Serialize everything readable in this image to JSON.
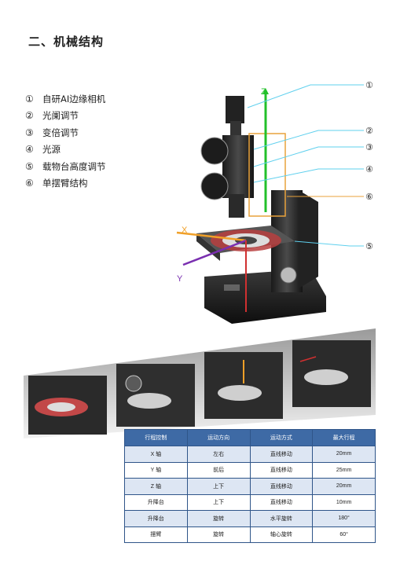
{
  "title": "二、机械结构",
  "parts": [
    {
      "num": "①",
      "label": "自研AI边缘相机"
    },
    {
      "num": "②",
      "label": "光阑调节"
    },
    {
      "num": "③",
      "label": "变倍调节"
    },
    {
      "num": "④",
      "label": "光源"
    },
    {
      "num": "⑤",
      "label": "载物台高度调节"
    },
    {
      "num": "⑥",
      "label": "单摆臂结构"
    }
  ],
  "axes": {
    "z": "Z",
    "x": "X",
    "y": "Y"
  },
  "callouts": [
    "①",
    "②",
    "③",
    "④",
    "⑥",
    "⑤"
  ],
  "colors": {
    "z_axis": "#22c02a",
    "x_axis": "#f0a028",
    "y_axis": "#7a2fb0",
    "callout_line": "#5fd0ee",
    "table_header": "#3e6aa5",
    "table_alt": "#dde6f3"
  },
  "table": {
    "headers": [
      "行程控制",
      "运动方向",
      "运动方式",
      "最大行程"
    ],
    "rows": [
      [
        "X 轴",
        "左右",
        "直线移动",
        "20mm"
      ],
      [
        "Y 轴",
        "前后",
        "直线移动",
        "25mm"
      ],
      [
        "Z 轴",
        "上下",
        "直线移动",
        "20mm"
      ],
      [
        "升降台",
        "上下",
        "直线移动",
        "10mm"
      ],
      [
        "升降台",
        "旋转",
        "水平旋转",
        "180°"
      ],
      [
        "摆臂",
        "旋转",
        "轴心旋转",
        "60°"
      ]
    ]
  }
}
